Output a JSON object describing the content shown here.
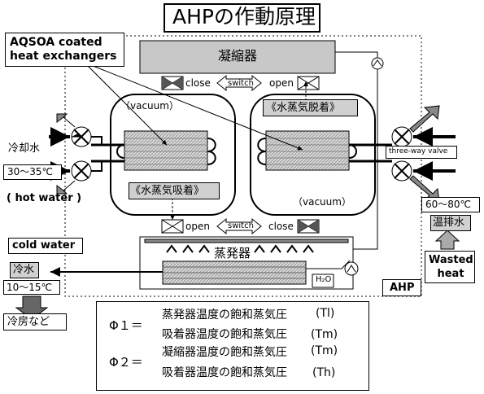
{
  "title": "AHPの作動原理",
  "callout": "AQSOA coated heat exchangers",
  "components": {
    "condenser": "凝縮器",
    "evaporator": "蒸発器",
    "h2o": "H₂O",
    "ahp": "AHP"
  },
  "valves": {
    "top_left": "close",
    "top_right": "open",
    "top_switch": "switch",
    "bottom_left": "open",
    "bottom_right": "close",
    "bottom_switch": "switch"
  },
  "chambers": {
    "left_vacuum": "（vacuum）",
    "left_state": "《水蒸気吸着》",
    "right_vacuum": "（vacuum）",
    "right_state": "《水蒸気脱着》"
  },
  "left_side": {
    "cooling_water": "冷却水",
    "temp": "30～35℃",
    "hot_water": "( hot water )",
    "cold_water": "cold water",
    "chilled_water": "冷水",
    "chilled_temp": "10～15℃",
    "cooling_use": "冷房など"
  },
  "right_side": {
    "three_way_valve": "three-way valve",
    "waste_temp": "60～80℃",
    "waste_water": "温排水",
    "wasted_heat": "Wasted heat"
  },
  "formula": {
    "phi1": "Φ１＝",
    "phi1_num": "蒸発器温度の飽和蒸気圧",
    "phi1_num_sym": "(Tl)",
    "phi1_den": "吸着器温度の飽和蒸気圧",
    "phi1_den_sym": "(Tm)",
    "phi2": "Φ２＝",
    "phi2_num": "凝縮器温度の飽和蒸気圧",
    "phi2_num_sym": "(Tm)",
    "phi2_den": "吸着器温度の飽和蒸気圧",
    "phi2_den_sym": "(Th)"
  }
}
